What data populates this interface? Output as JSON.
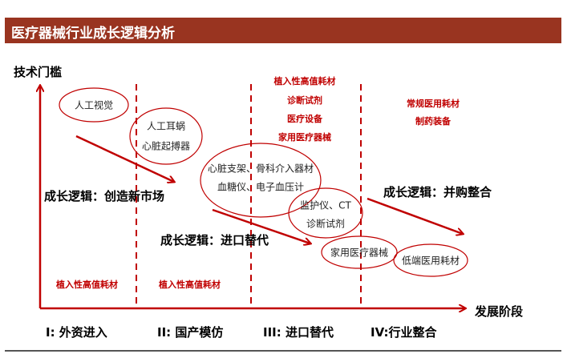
{
  "title": "医疗器械行业成长逻辑分析",
  "y_axis_label": "技术门槛",
  "x_axis_label": "发展阶段",
  "stages": [
    "I: 外资进入",
    "II: 国产模仿",
    "III: 进口替代",
    "IV:行业整合"
  ],
  "stage3_top": [
    "植入性高值耗材",
    "诊断试剂",
    "医疗设备",
    "家用医疗器械"
  ],
  "stage4_top": [
    "常规医用耗材",
    "制药装备"
  ],
  "stage_bottom": [
    "植入性高值耗材",
    "植入性高值耗材"
  ],
  "ellipses": {
    "e1": [
      "人工视觉"
    ],
    "e2": [
      "人工耳蜗",
      "心脏起搏器"
    ],
    "e3": [
      "心脏支架、骨科介入器材",
      "血糖仪、电子血压计"
    ],
    "e4": [
      "监护仪、CT",
      "诊断试剂"
    ],
    "e5": [
      "家用医疗器械"
    ],
    "e6": [
      "低端医用耗材"
    ]
  },
  "logic": [
    "成长逻辑：创造新市场",
    "成长逻辑：进口替代",
    "成长逻辑：并购整合"
  ],
  "colors": {
    "accent": "#c00000",
    "bar": "#993420"
  }
}
